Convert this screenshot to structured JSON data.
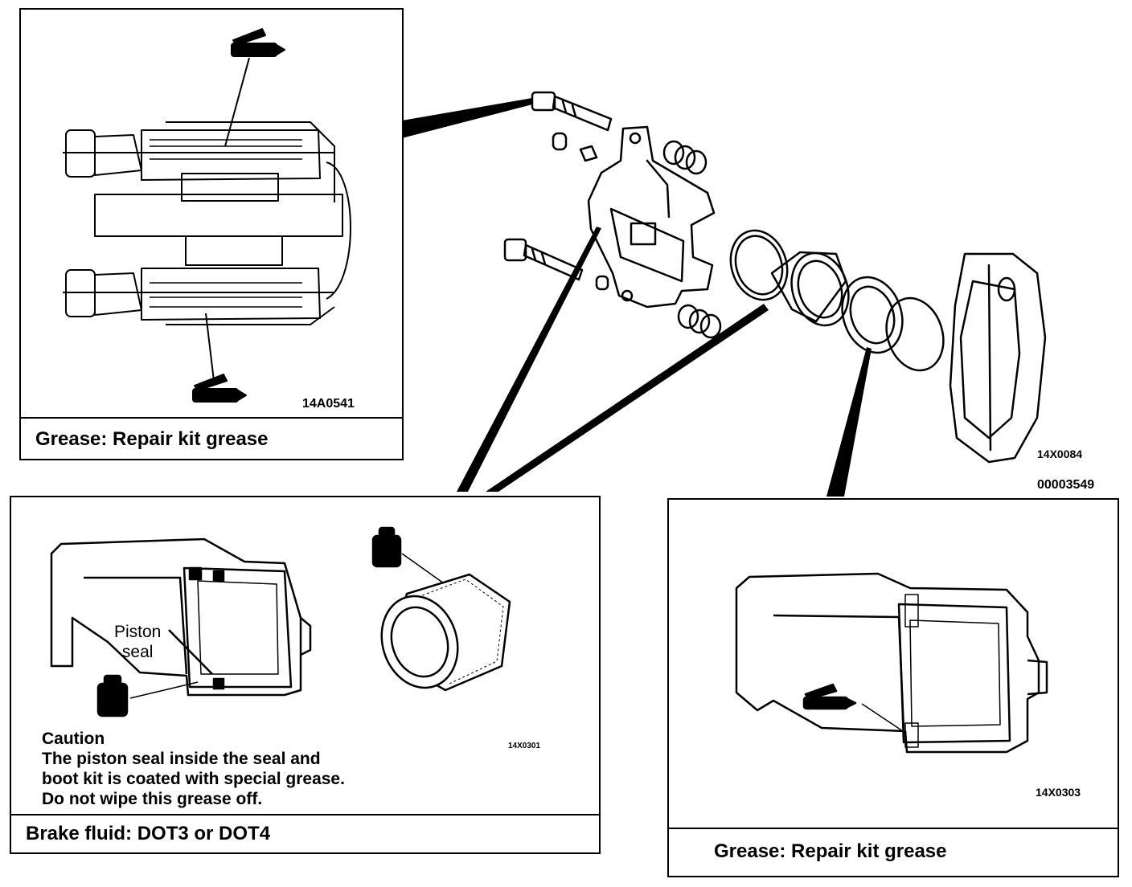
{
  "panel_top_left": {
    "caption": "Grease: Repair kit grease",
    "figure_code": "14A0541"
  },
  "panel_bottom_left": {
    "caption": "Brake fluid: DOT3 or DOT4",
    "figure_code": "14X0301",
    "piston_seal_line1": "Piston",
    "piston_seal_line2": "seal",
    "caution_title": "Caution",
    "caution_line1": "The piston seal inside the seal and",
    "caution_line2": "boot kit is coated with special grease.",
    "caution_line3": "Do not wipe this grease off."
  },
  "panel_bottom_right": {
    "caption": "Grease: Repair kit grease",
    "figure_code": "14X0303"
  },
  "exploded_view": {
    "part_code": "14X0084",
    "drawing_number": "00003549"
  }
}
